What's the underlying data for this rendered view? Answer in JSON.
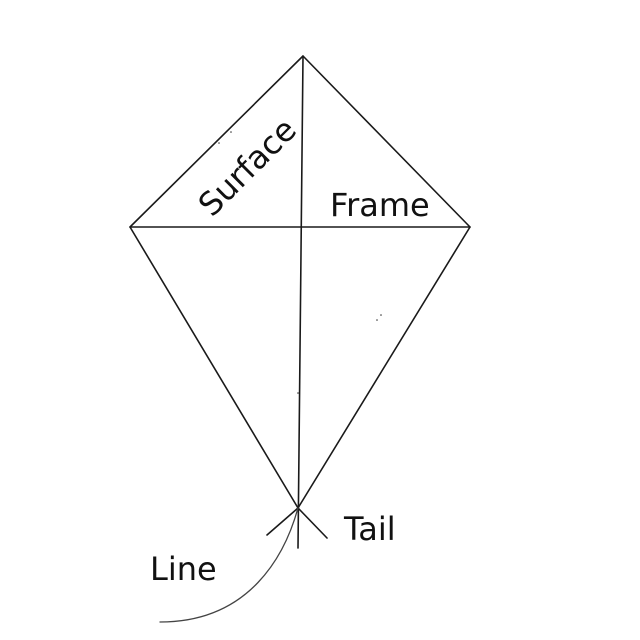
{
  "labels": {
    "surface": "Surface",
    "frame": "Frame",
    "tail": "Tail",
    "line": "Line"
  }
}
